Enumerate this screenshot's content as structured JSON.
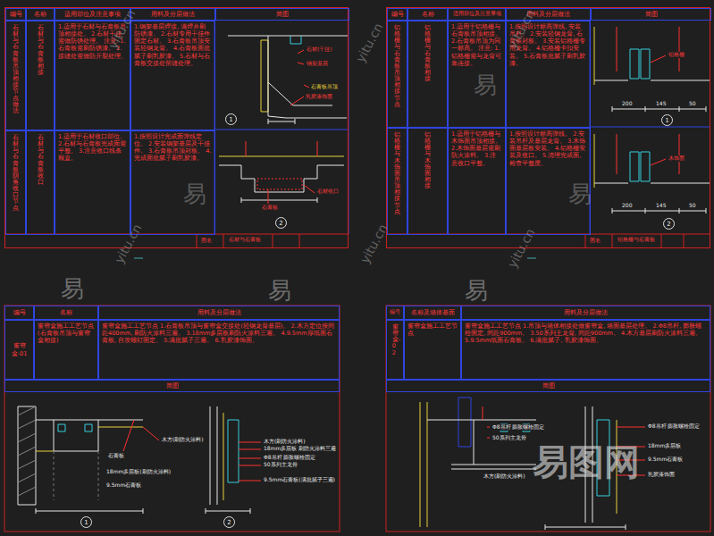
{
  "diagram": {
    "nodes": [
      {
        "text": [
          "石材与石膏板"
        ]
      },
      {
        "text": [
          "编号"
        ],
        "in": 0
      },
      {
        "text": [
          "名称"
        ],
        "in": 0
      },
      {
        "text": [
          "适用部位及注意事项"
        ],
        "in": 0
      },
      {
        "text": [
          "用料及分层做法"
        ],
        "in": 0
      },
      {
        "text": [
          "简图"
        ],
        "in": 0
      },
      {
        "text": [
          "石材与石膏板吊顶相接节点做法"
        ],
        "in": 0
      },
      {
        "text": [
          "石材与石膏板相接"
        ],
        "in": 0
      },
      {
        "text": [
          "1.适用于石材与石膏板吊顶相接处。 2.石材干挂需做防锈处理。 注意: 1.石膏板需刷防锈漆。 2.接缝处需做防开裂处理。"
        ],
        "in": 0
      },
      {
        "text": [
          "1.钢架基层焊接, 满焊并刷防锈漆。 2.石材专用干挂件固定石材。 3.石膏板吊顶安装轻钢龙骨。 4.石膏板面批腻子刷乳胶漆。 5.石材与石膏板交接处留缝处理。"
        ],
        "in": 0
      },
      {
        "text": [
          "石材与石膏板阴角收口节点"
        ],
        "in": 0
      },
      {
        "text": [
          "石材与石膏板收口"
        ],
        "in": 0
      },
      {
        "text": [
          "1.适用于石材收口部位。 2.石材与石膏板完成面需平整。 3.注意收口线条顺直。"
        ],
        "in": 0
      },
      {
        "text": [
          "1.按照设计完成面弹线定位。 2.安装钢架基层及干挂件。 3.石膏板吊顶封板。 4.完成面批腻子刷乳胶漆。"
        ],
        "in": 0
      },
      {
        "text": [
          "1"
        ],
        "in": 0
      },
      {
        "text": [
          "2"
        ],
        "in": 0
      },
      {
        "text": [
          "铝格栅与石膏板"
        ]
      },
      {
        "text": [
          "编号"
        ],
        "in": 16
      },
      {
        "text": [
          "名称"
        ],
        "in": 16
      },
      {
        "text": [
          "适用部位及注意事项"
        ],
        "in": 16
      },
      {
        "text": [
          "用料及分层做法"
        ],
        "in": 16
      },
      {
        "text": [
          "简图"
        ],
        "in": 16
      },
      {
        "text": [
          "铝格栅与石膏板吊顶相接节点"
        ],
        "in": 16
      },
      {
        "text": [
          "铝格栅与石膏板相接"
        ],
        "in": 16
      },
      {
        "text": [
          "1.适用于铝格栅与石膏板吊顶相接。 2.石膏板吊顶为同一标高。 注意: 1.铝格栅需与龙骨可靠连接。"
        ],
        "in": 16
      },
      {
        "text": [
          "1.按照设计标高弹线, 安装吊杆。 2.安装轻钢龙骨, 石膏板封板。 3.安装铝格栅专用龙骨。 4.铝格栅卡扣安装。 5.石膏板批腻子刷乳胶漆。"
        ],
        "in": 16
      },
      {
        "text": [
          "1"
        ],
        "in": 16
      },
      {
        "text": [
          "铝格栅与木饰面吊顶相接节点"
        ],
        "in": 16
      },
      {
        "text": [
          "铝格栅与木饰面相接"
        ],
        "in": 16
      },
      {
        "text": [
          "1.适用于铝格栅与木饰面吊顶相接。 2.木饰面基层需刷防火涂料。 3.注意收口平整。"
        ],
        "in": 16
      },
      {
        "text": [
          "1.按照设计标高弹线。 2.安装吊杆及基层龙骨。 3.木饰面基层板安装。 4.铝格栅安装及收口。 5.清理完成面, 检查平整度。"
        ],
        "in": 16
      },
      {
        "text": [
          "2"
        ],
        "in": 16
      },
      {
        "text": [
          "编号"
        ]
      },
      {
        "text": [
          "名称"
        ]
      },
      {
        "text": [
          "用料及分层做法"
        ]
      },
      {
        "text": [
          "窗帘盒-01"
        ]
      },
      {
        "text": [
          "窗帘盒施工工艺节点 (石膏板吊顶与窗帘盒相接)"
        ]
      },
      {
        "text": [
          "窗帘盒施工工艺节点 1.石膏板吊顶与窗帘盒交接处(轻钢龙骨基层)。 2.木方定位按间距400mm, 刷防火涂料三遍。 3.18mm多层板刷防火涂料三遍。 4.9.5mm厚纸面石膏板, 自攻螺钉固定。 5.满批腻子三遍。 6.乳胶漆饰面。"
        ]
      },
      {
        "text": [
          "简图"
        ]
      },
      {
        "text": [
          "1"
        ]
      },
      {
        "text": [
          "2"
        ]
      },
      {
        "text": [
          "编号"
        ]
      },
      {
        "text": [
          "名称及墙体基面"
        ]
      },
      {
        "text": [
          "用料及分层做法"
        ]
      },
      {
        "text": [
          "窗帘盒-02"
        ]
      },
      {
        "text": [
          "窗帘盒施工工艺节点"
        ]
      },
      {
        "text": [
          "窗帘盒施工工艺节点 1.吊顶与墙体相接处做窗帘盒, 墙面基层处理。 2.Φ8吊杆, 膨胀螺栓固定, 间距900mm。 3.50系列主龙骨, 间距900mm。 4.木方基层刷防火涂料三遍。 5.9.5mm纸面石膏板。 6.满批腻子, 乳胶漆饰面。"
        ]
      },
      {
        "text": [
          "简图"
        ]
      }
    ],
    "labels": [
      "图名",
      "石材(干挂)",
      "钢架基层",
      "石膏板吊顶",
      "乳胶漆饰面",
      "石材收口",
      "石膏板",
      "图名",
      "200",
      "145",
      "50",
      "铝格栅",
      "200",
      "145",
      "50",
      "木饰面",
      "木方(刷防火涂料)",
      "石膏板",
      "18mm多层板(刷防火涂料)",
      "9.5mm石膏板",
      "木方(刷防火涂料)",
      "18mm多层板 刷防火涂料三遍",
      "Φ8吊杆 膨胀螺栓固定",
      "50系列主龙骨",
      "9.5mm石膏板(满批腻子三遍)",
      "Φ8吊杆 膨胀螺栓固定",
      "50系列主龙骨",
      "木方(刷防火涂料)",
      "Φ8吊杆 膨胀螺栓固定",
      "18mm多层板",
      "9.5mm石膏板",
      "乳胶漆饰面",
      "易",
      "易",
      "易",
      "易",
      "易",
      "易",
      "yitu.cn",
      "yitu.cn",
      "yitu.cn",
      "yitu.cn",
      "yitu.cn",
      "yitu.cn",
      "易图网"
    ]
  }
}
